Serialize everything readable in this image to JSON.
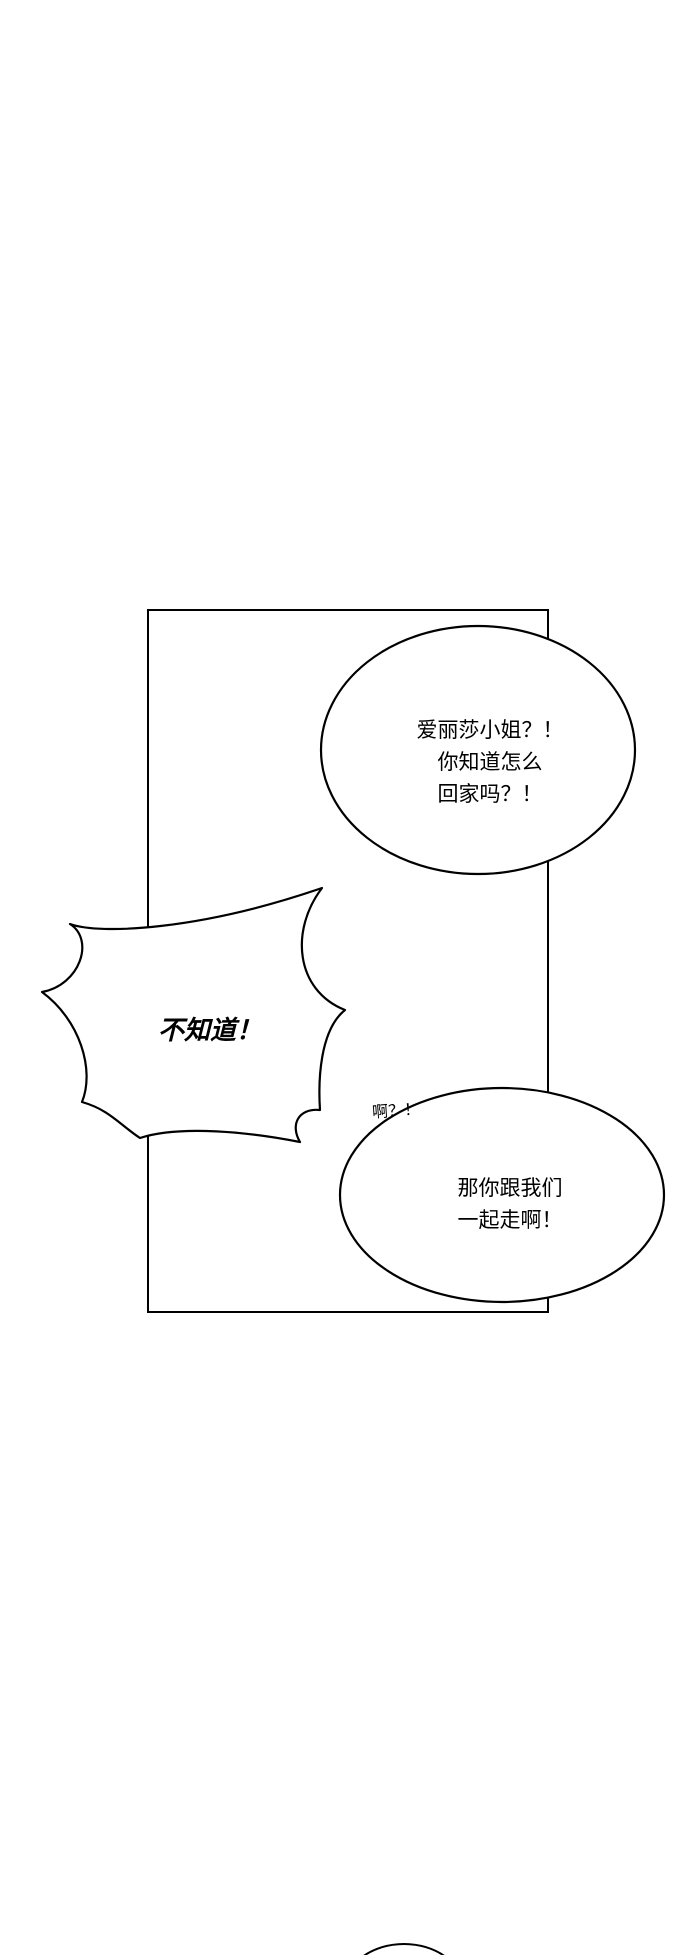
{
  "panel": {
    "bubble_1": {
      "lines": [
        "爱丽莎小姐？！",
        "你知道怎么",
        "回家吗？！"
      ]
    },
    "shout": {
      "text": "不知道！"
    },
    "sfx": {
      "text": "啊？！"
    },
    "bubble_2": {
      "lines": [
        "那你跟我们",
        "一起走啊！"
      ]
    }
  }
}
